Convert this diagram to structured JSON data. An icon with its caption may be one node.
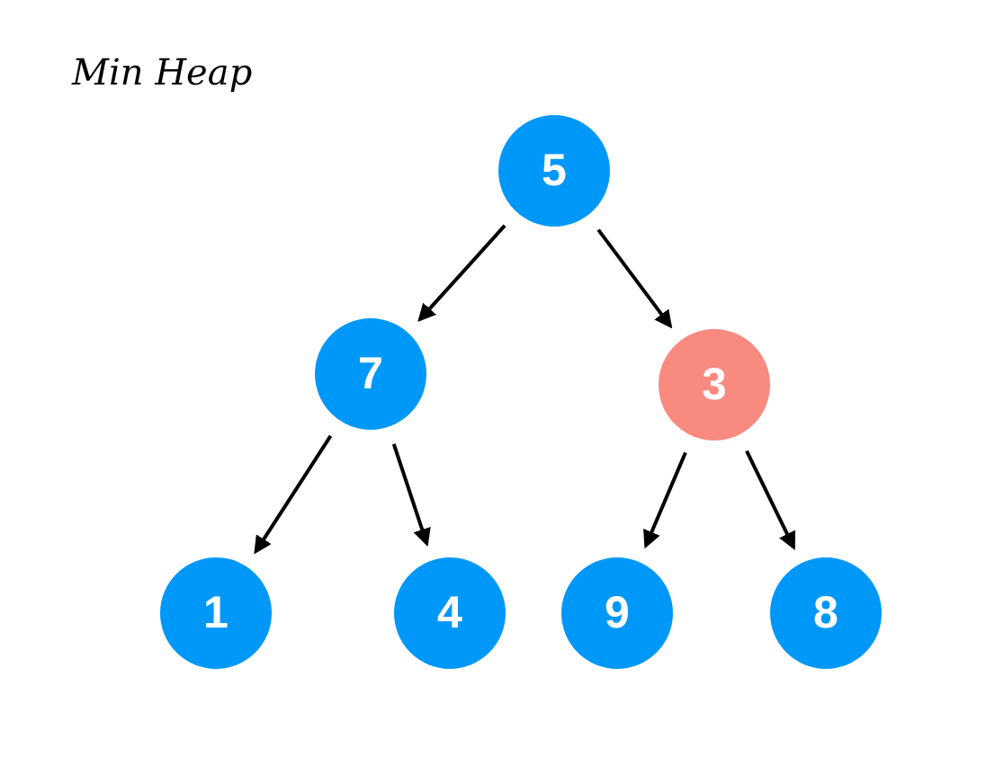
{
  "diagram": {
    "title": "Min Heap",
    "nodes": [
      {
        "text": [
          "5"
        ]
      },
      {
        "text": [
          "7"
        ]
      },
      {
        "text": [
          "3"
        ]
      },
      {
        "text": [
          "1"
        ]
      },
      {
        "text": [
          "4"
        ]
      },
      {
        "text": [
          "9"
        ]
      },
      {
        "text": [
          "8"
        ]
      }
    ],
    "edges": [
      {
        "from": 0,
        "to": 1,
        "arrow": "to"
      },
      {
        "from": 0,
        "to": 2,
        "arrow": "to"
      },
      {
        "from": 1,
        "to": 3,
        "arrow": "to"
      },
      {
        "from": 1,
        "to": 4,
        "arrow": "to"
      },
      {
        "from": 2,
        "to": 5,
        "arrow": "to"
      },
      {
        "from": 2,
        "to": 6,
        "arrow": "to"
      }
    ]
  }
}
